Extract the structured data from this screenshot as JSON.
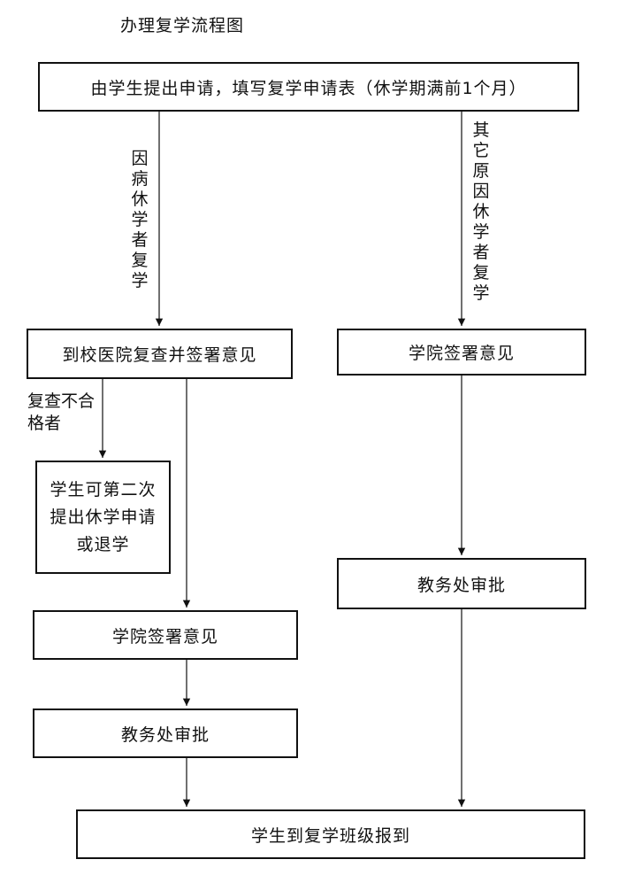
{
  "title": "办理复学流程图",
  "nodes": {
    "apply": "由学生提出申请，填写复学申请表（休学期满前1个月）",
    "hospital": "到校医院复查并签署意见",
    "college_right": "学院签署意见",
    "second_apply": "学生可第二次提出休学申请或退学",
    "academic_right": "教务处审批",
    "college_left": "学院签署意见",
    "academic_left": "教务处审批",
    "report": "学生到复学班级报到"
  },
  "branch_labels": {
    "illness": "因病休学者复学",
    "other": "其它原因休学者复学",
    "fail": "复查不合格者"
  }
}
